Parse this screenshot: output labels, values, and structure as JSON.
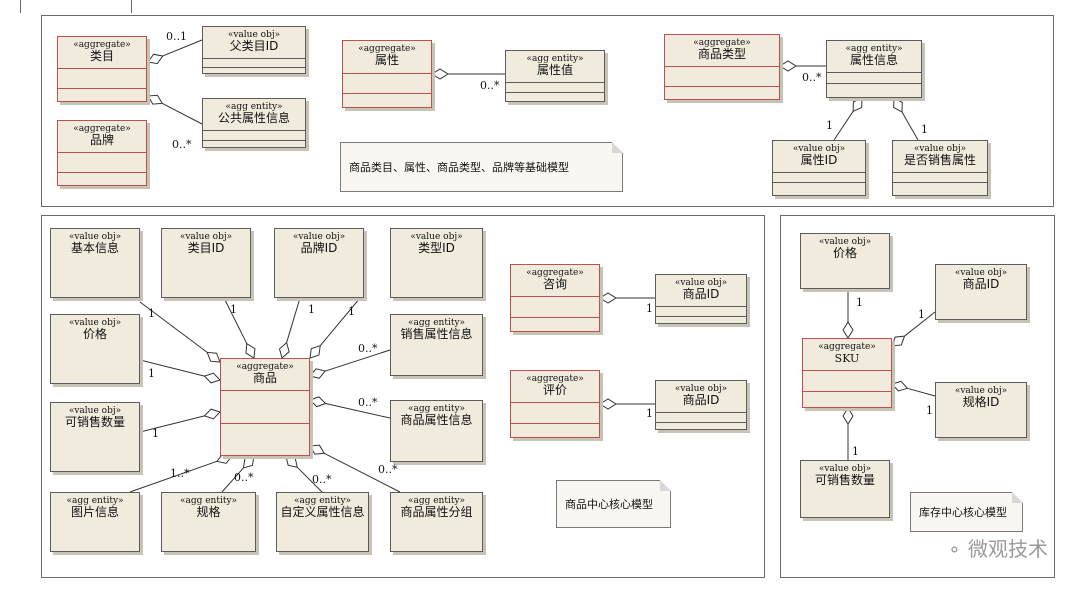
{
  "stereotypes": {
    "aggregate": "«aggregate»",
    "value_obj": "«value obj»",
    "agg_entity": "«agg entity»"
  },
  "diagram_1": {
    "category": "类目",
    "parent_category_id": "父类目ID",
    "common_attr_info": "公共属性信息",
    "brand": "品牌",
    "attribute": "属性",
    "attribute_value": "属性值",
    "product_type": "商品类型",
    "attr_info": "属性信息",
    "attr_id": "属性ID",
    "is_sales_attr": "是否销售属性",
    "note": "商品类目、属性、商品类型、品牌等基础模型",
    "mult_parent": "0..1",
    "mult_common": "0..*",
    "mult_attr_value": "0..*",
    "mult_attr_info": "0..*",
    "mult_attr_id": "1",
    "mult_is_sales": "1"
  },
  "diagram_2": {
    "basic_info": "基本信息",
    "category_id": "类目ID",
    "brand_id": "品牌ID",
    "type_id": "类型ID",
    "price": "价格",
    "sales_attr_info": "销售属性信息",
    "product": "商品",
    "sellable_qty": "可销售数量",
    "product_attr_info": "商品属性信息",
    "image_info": "图片信息",
    "spec": "规格",
    "custom_attr_info": "自定义属性信息",
    "product_attr_group": "商品属性分组",
    "consult": "咨询",
    "product_id_1": "商品ID",
    "review": "评价",
    "product_id_2": "商品ID",
    "note": "商品中心核心模型",
    "m_basic": "1",
    "m_category": "1",
    "m_brand": "1",
    "m_type": "1",
    "m_price": "1",
    "m_sellable": "1",
    "m_sales_attr": "0..*",
    "m_product_attr": "0..*",
    "m_image": "1..*",
    "m_spec": "0..*",
    "m_custom": "0..*",
    "m_group": "0..*",
    "m_consult": "1",
    "m_review": "1"
  },
  "diagram_3": {
    "price": "价格",
    "product_id": "商品ID",
    "sku": "SKU",
    "spec_id": "规格ID",
    "sellable_qty": "可销售数量",
    "note": "库存中心核心模型",
    "m_price": "1",
    "m_product_id": "1",
    "m_spec_id": "1",
    "m_sellable": "1"
  },
  "watermark": {
    "icon": "wechat-icon",
    "text": "微观技术"
  }
}
